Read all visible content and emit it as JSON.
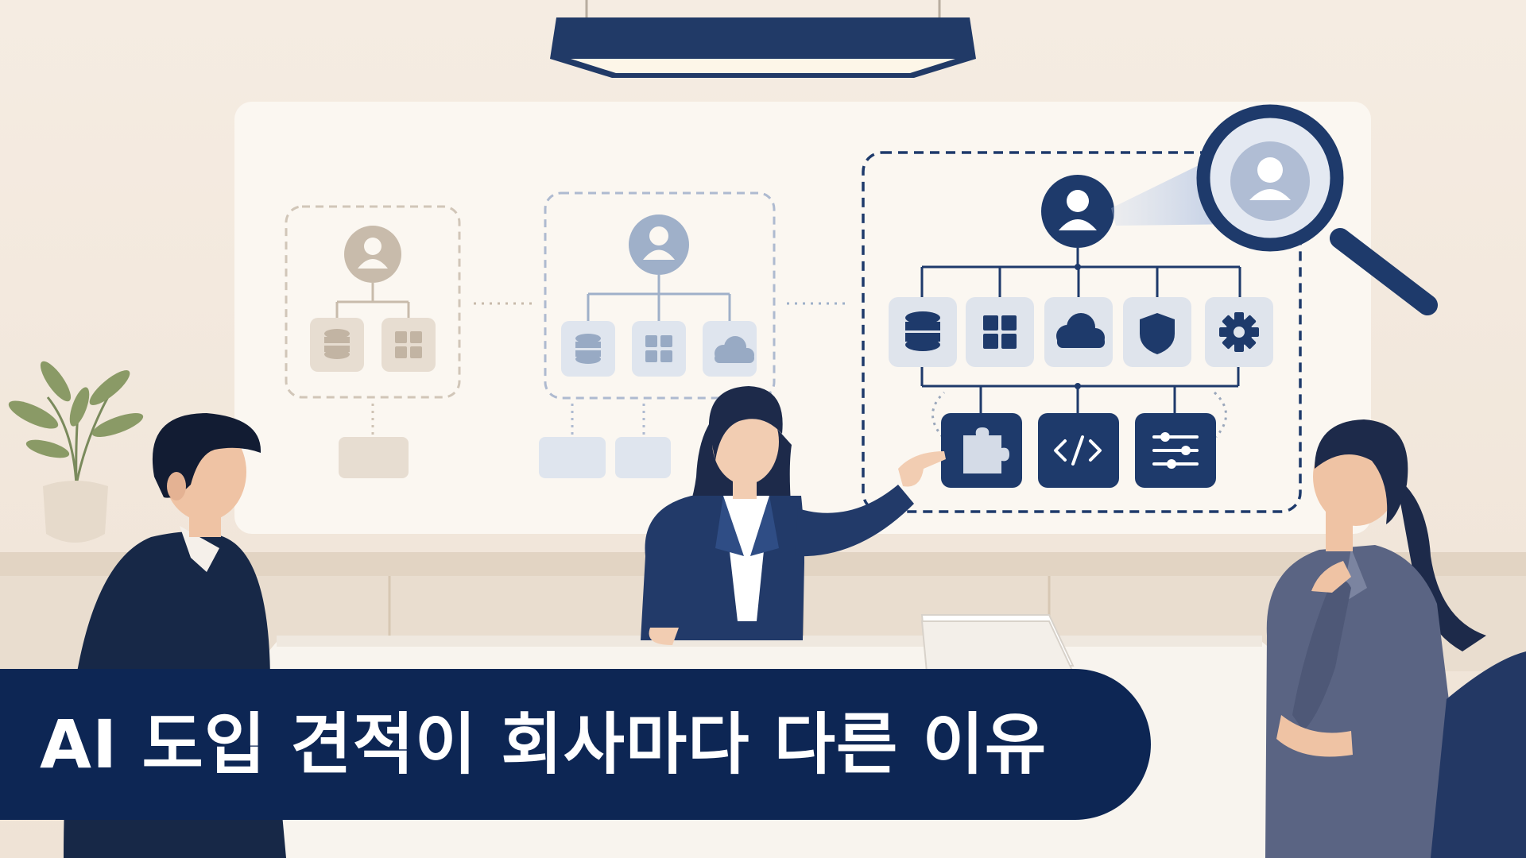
{
  "banner": {
    "title": "AI 도입 견적이 회사마다 다른 이유"
  },
  "colors": {
    "navy": "#1e3a6b",
    "banner": "#0d2654",
    "wall": "#f3e9df",
    "board": "#fbf7f1",
    "beige_node": "#c8bbab",
    "blue_node": "#9fb0c9"
  },
  "icons": {
    "stage1": [
      "user-icon",
      "database-icon",
      "grid-icon"
    ],
    "stage2": [
      "user-icon",
      "database-icon",
      "grid-icon",
      "cloud-icon"
    ],
    "stage3": [
      "user-icon",
      "database-icon",
      "grid-icon",
      "cloud-icon",
      "shield-icon",
      "gear-icon",
      "puzzle-icon",
      "code-icon",
      "sliders-icon"
    ],
    "overlay": [
      "magnifier-icon",
      "plant",
      "ceiling-light"
    ]
  }
}
